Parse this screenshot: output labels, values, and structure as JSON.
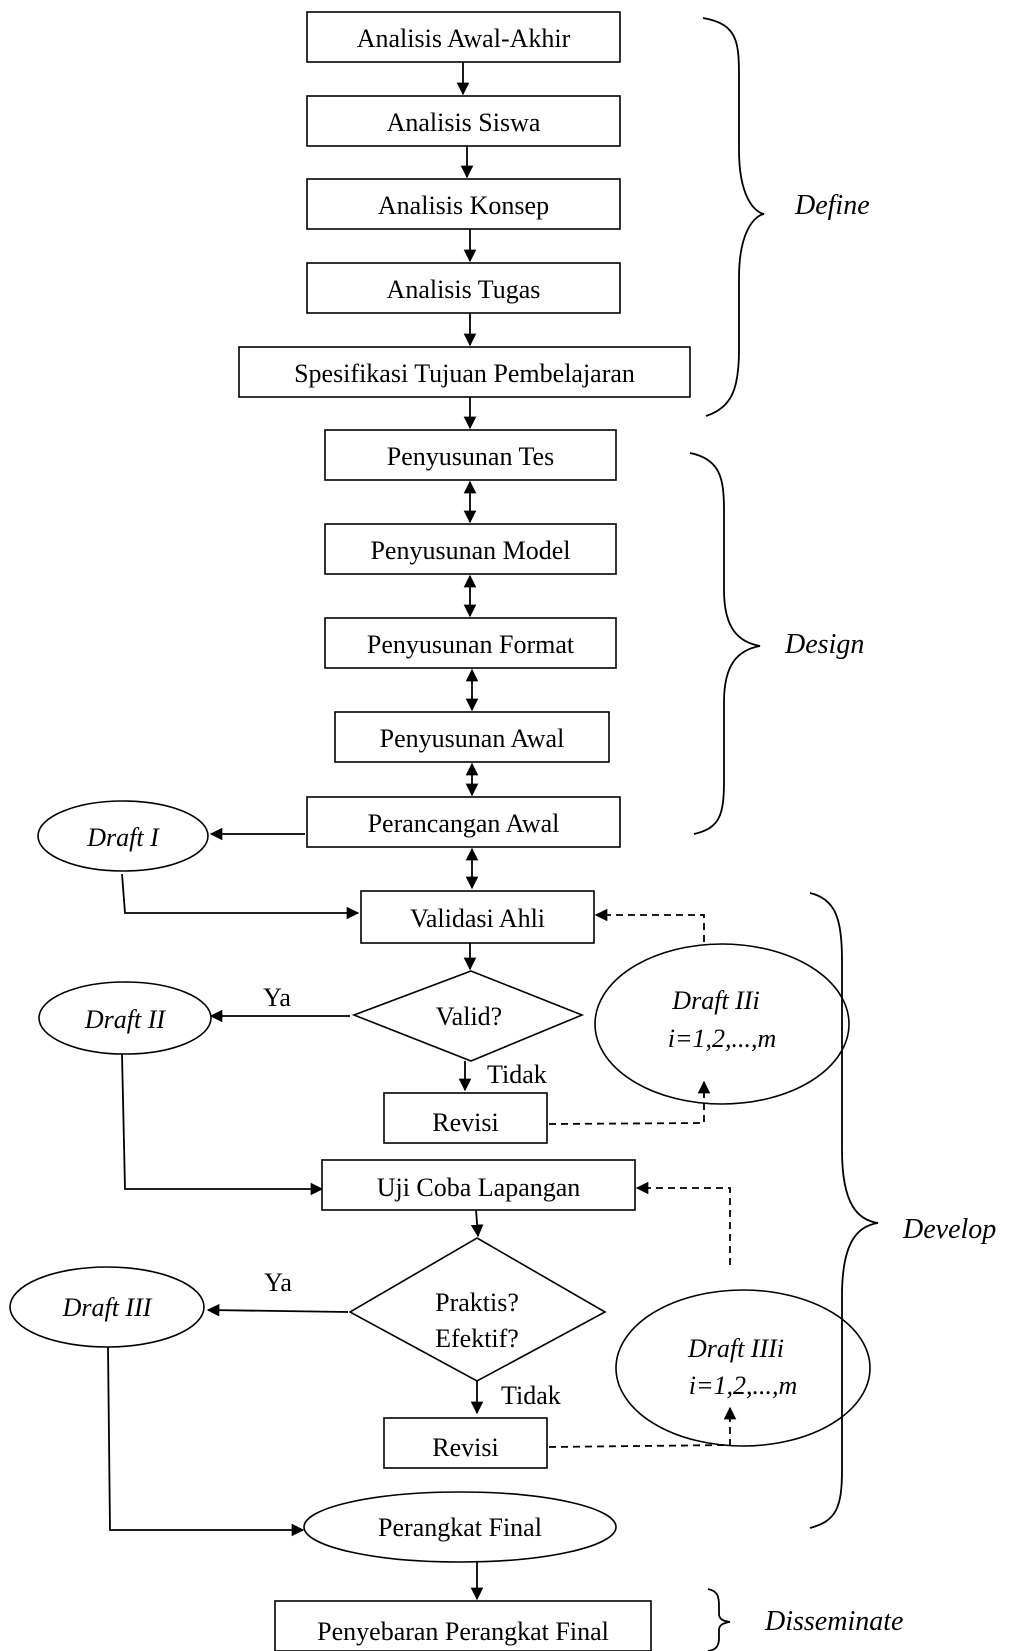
{
  "nodes": {
    "analisis_awal_akhir": "Analisis Awal-Akhir",
    "analisis_siswa": "Analisis Siswa",
    "analisis_konsep": "Analisis Konsep",
    "analisis_tugas": "Analisis Tugas",
    "spesifikasi_tujuan": "Spesifikasi Tujuan Pembelajaran",
    "penyusunan_tes": "Penyusunan Tes",
    "penyusunan_model": "Penyusunan Model",
    "penyusunan_format": "Penyusunan Format",
    "penyusunan_awal": "Penyusunan Awal",
    "perancangan_awal": "Perancangan Awal",
    "validasi_ahli": "Validasi Ahli",
    "valid_decision": "Valid?",
    "revisi_1": "Revisi",
    "uji_coba_lapangan": "Uji Coba Lapangan",
    "praktis_line1": "Praktis?",
    "praktis_line2": "Efektif?",
    "revisi_2": "Revisi",
    "perangkat_final": "Perangkat Final",
    "penyebaran": "Penyebaran Perangkat Final"
  },
  "drafts": {
    "draft_1": "Draft I",
    "draft_2": "Draft II",
    "draft_3": "Draft III",
    "draft_2i_line1": "Draft IIi",
    "draft_2i_line2": "i=1,2,...,m",
    "draft_3i_line1": "Draft IIIi",
    "draft_3i_line2": "i=1,2,...,m"
  },
  "edge_labels": {
    "ya_1": "Ya",
    "tidak_1": "Tidak",
    "ya_2": "Ya",
    "tidak_2": "Tidak"
  },
  "phases": {
    "define": "Define",
    "design": "Design",
    "develop": "Develop",
    "disseminate": "Disseminate"
  }
}
